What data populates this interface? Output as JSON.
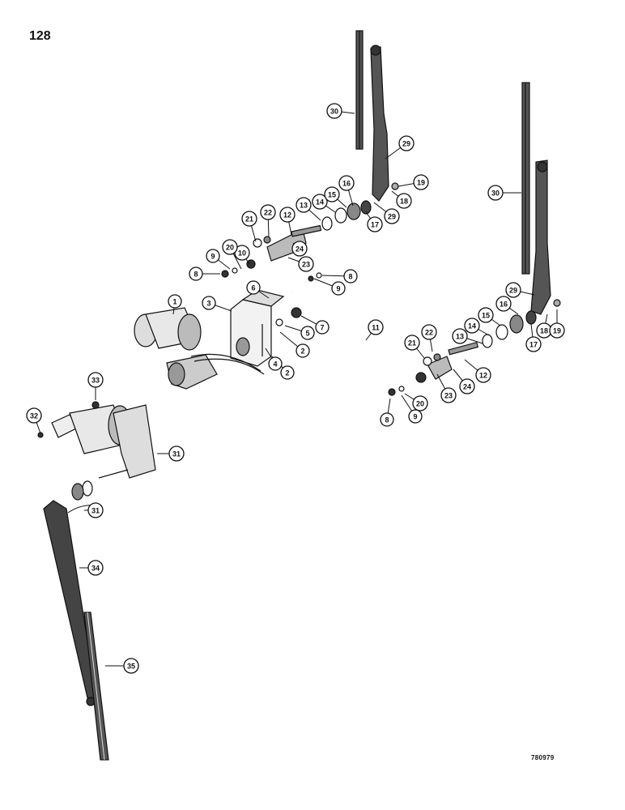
{
  "page_number": "128",
  "drawing_ref": "780979",
  "callouts": [
    {
      "label": "1"
    },
    {
      "label": "3"
    },
    {
      "label": "6"
    },
    {
      "label": "7"
    },
    {
      "label": "5"
    },
    {
      "label": "2"
    },
    {
      "label": "4"
    },
    {
      "label": "2"
    },
    {
      "label": "8"
    },
    {
      "label": "9"
    },
    {
      "label": "10"
    },
    {
      "label": "20"
    },
    {
      "label": "21"
    },
    {
      "label": "22"
    },
    {
      "label": "12"
    },
    {
      "label": "24"
    },
    {
      "label": "23"
    },
    {
      "label": "8"
    },
    {
      "label": "9"
    },
    {
      "label": "13"
    },
    {
      "label": "14"
    },
    {
      "label": "15"
    },
    {
      "label": "16"
    },
    {
      "label": "17"
    },
    {
      "label": "29"
    },
    {
      "label": "18"
    },
    {
      "label": "19"
    },
    {
      "label": "29"
    },
    {
      "label": "30"
    },
    {
      "label": "30"
    },
    {
      "label": "29"
    },
    {
      "label": "16"
    },
    {
      "label": "15"
    },
    {
      "label": "14"
    },
    {
      "label": "13"
    },
    {
      "label": "17"
    },
    {
      "label": "18"
    },
    {
      "label": "19"
    },
    {
      "label": "11"
    },
    {
      "label": "21"
    },
    {
      "label": "22"
    },
    {
      "label": "12"
    },
    {
      "label": "24"
    },
    {
      "label": "23"
    },
    {
      "label": "20"
    },
    {
      "label": "9"
    },
    {
      "label": "8"
    },
    {
      "label": "33"
    },
    {
      "label": "32"
    },
    {
      "label": "31"
    },
    {
      "label": "31"
    },
    {
      "label": "34"
    },
    {
      "label": "35"
    }
  ]
}
